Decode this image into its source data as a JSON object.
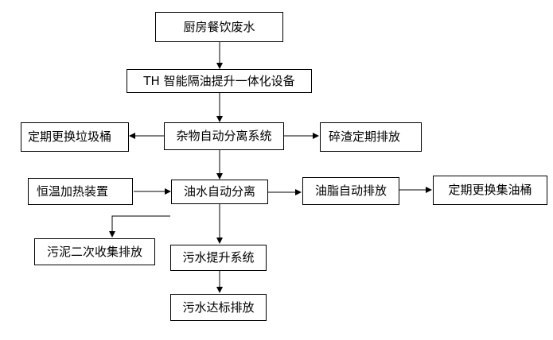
{
  "diagram": {
    "nodes": {
      "kitchen": "厨房餐饮废水",
      "th_device": "TH 智能隔油提升一体化设备",
      "debris_sep": "杂物自动分离系统",
      "trash_bin": "定期更换垃圾桶",
      "residue": "碎渣定期排放",
      "heater": "恒温加热装置",
      "oil_water": "油水自动分离",
      "grease": "油脂自动排放",
      "oil_bucket": "定期更换集油桶",
      "sludge": "污泥二次收集排放",
      "lift": "污水提升系统",
      "discharge": "污水达标排放"
    },
    "edges": [
      [
        "kitchen",
        "th_device"
      ],
      [
        "th_device",
        "debris_sep"
      ],
      [
        "debris_sep",
        "trash_bin"
      ],
      [
        "debris_sep",
        "residue"
      ],
      [
        "debris_sep",
        "oil_water"
      ],
      [
        "heater",
        "oil_water"
      ],
      [
        "oil_water",
        "grease"
      ],
      [
        "grease",
        "oil_bucket"
      ],
      [
        "oil_water",
        "sludge"
      ],
      [
        "oil_water",
        "lift"
      ],
      [
        "lift",
        "discharge"
      ]
    ]
  }
}
